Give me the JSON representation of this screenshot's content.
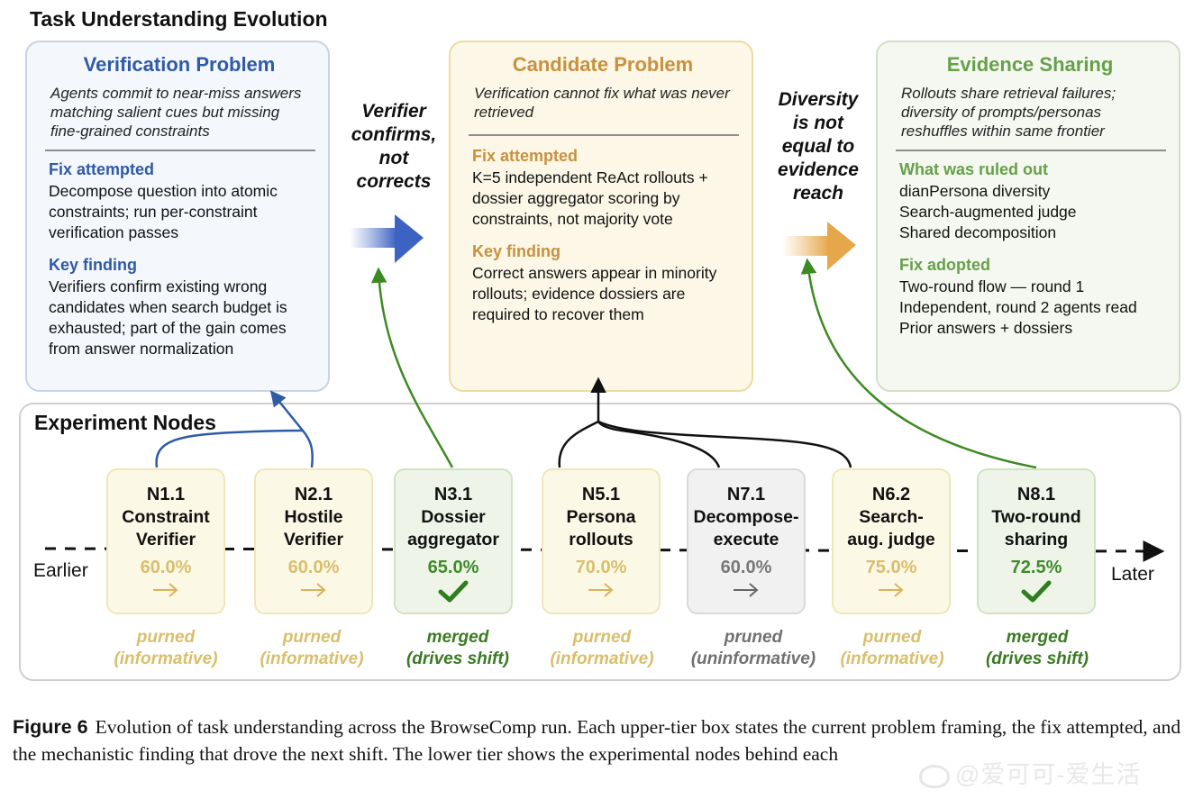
{
  "title": "Task Understanding Evolution",
  "colors": {
    "blue": "#2f5aa6",
    "gold": "#c7913e",
    "green": "#66a04a",
    "arrow_green": "#3d8a22",
    "merged_text": "#3a7a22",
    "informative_text": "#d9be6c",
    "gray": "#777777"
  },
  "top_boxes": [
    {
      "title": "Verification Problem",
      "subtitle": "Agents commit to near-miss answers matching salient cues but missing fine-grained constraints",
      "sections": [
        {
          "heading": "Fix attempted",
          "body": "Decompose question into atomic constraints; run per-constraint verification passes"
        },
        {
          "heading": "Key finding",
          "body": "Verifiers confirm existing wrong candidates when search budget is exhausted; part of the gain comes from answer normalization"
        }
      ]
    },
    {
      "title": "Candidate Problem",
      "subtitle": "Verification cannot fix what was never retrieved",
      "sections": [
        {
          "heading": "Fix attempted",
          "body": "K=5 independent ReAct rollouts + dossier aggregator scoring by constraints, not majority vote"
        },
        {
          "heading": "Key finding",
          "body": "Correct answers appear in minority rollouts; evidence dossiers  are required to recover them"
        }
      ]
    },
    {
      "title": "Evidence Sharing",
      "subtitle": "Rollouts share retrieval failures; diversity of prompts/personas reshuffles within same frontier",
      "sections": [
        {
          "heading": "What was ruled out",
          "body": "dianPersona diversity\nSearch-augmented judge\nShared decomposition"
        },
        {
          "heading": "Fix adopted",
          "body": "Two-round flow — round 1\nIndependent, round 2 agents read\nPrior answers + dossiers"
        }
      ]
    }
  ],
  "transitions": [
    {
      "text": "Verifier confirms, not corrects"
    },
    {
      "text": "Diversity is not equal to evidence reach"
    }
  ],
  "bottom": {
    "title": "Experiment Nodes",
    "earlier_label": "Earlier",
    "later_label": "Later",
    "nodes": [
      {
        "id": "N1.1",
        "name": "Constraint\nVerifier",
        "score": "60.0%",
        "status": "purned\n(informative)",
        "kind": "informative",
        "mark": "arrow"
      },
      {
        "id": "N2.1",
        "name": "Hostile\nVerifier",
        "score": "60.0%",
        "status": "purned\n(informative)",
        "kind": "informative",
        "mark": "arrow"
      },
      {
        "id": "N3.1",
        "name": "Dossier\naggregator",
        "score": "65.0%",
        "status": "merged\n(drives shift)",
        "kind": "merged",
        "mark": "check"
      },
      {
        "id": "N5.1",
        "name": "Persona\nrollouts",
        "score": "70.0%",
        "status": "purned\n(informative)",
        "kind": "informative",
        "mark": "arrow"
      },
      {
        "id": "N7.1",
        "name": "Decompose-\nexecute",
        "score": "60.0%",
        "status": "pruned\n(uninformative)",
        "kind": "uninformative",
        "mark": "arrow"
      },
      {
        "id": "N6.2",
        "name": "Search-\naug. judge",
        "score": "75.0%",
        "status": "purned\n(informative)",
        "kind": "informative",
        "mark": "arrow"
      },
      {
        "id": "N8.1",
        "name": "Two-round\nsharing",
        "score": "72.5%",
        "status": "merged\n(drives shift)",
        "kind": "merged",
        "mark": "check"
      }
    ]
  },
  "caption": {
    "label": "Figure 6",
    "text": "Evolution of task understanding across the BrowseComp run. Each upper-tier box states the current problem framing, the fix attempted, and the mechanistic finding that drove the next shift. The lower tier shows the experimental nodes behind each"
  },
  "watermark": "@爱可可-爱生活"
}
